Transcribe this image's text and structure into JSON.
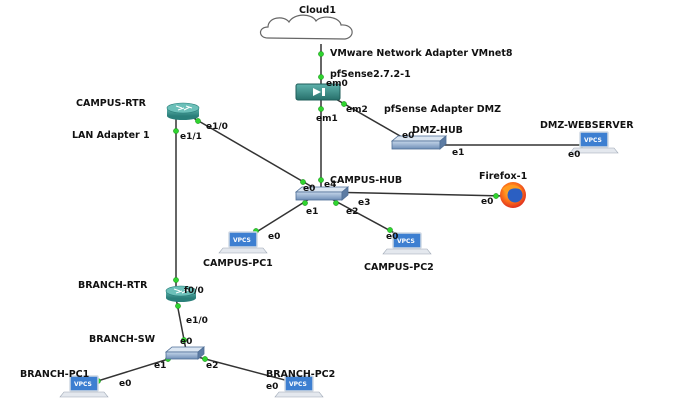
{
  "nodes": {
    "cloud1": "Cloud1",
    "pfsense": "pfSense2.7.2-1",
    "campus_rtr": "CAMPUS-RTR",
    "dmz_hub": "DMZ-HUB",
    "dmz_webserver": "DMZ-WEBSERVER",
    "campus_hub": "CAMPUS-HUB",
    "firefox": "Firefox-1",
    "campus_pc1": "CAMPUS-PC1",
    "campus_pc2": "CAMPUS-PC2",
    "branch_rtr": "BRANCH-RTR",
    "branch_sw": "BRANCH-SW",
    "branch_pc1": "BRANCH-PC1",
    "branch_pc2": "BRANCH-PC2"
  },
  "annotations": {
    "vmnet": "VMware Network Adapter VMnet8",
    "pfsense_dmz": "pfSense Adapter DMZ",
    "lan_adapter": "LAN Adapter 1"
  },
  "ports": {
    "pf_em0": "em0",
    "pf_em2": "em2",
    "pf_em1": "em1",
    "rtr_e1_0": "e1/0",
    "rtr_e1_1": "e1/1",
    "dmzhub_e0": "e0",
    "dmzhub_e1": "e1",
    "web_e0": "e0",
    "hub_e0": "e0",
    "hub_e4": "e4",
    "hub_e1": "e1",
    "hub_e2": "e2",
    "hub_e3": "e3",
    "ff_e0": "e0",
    "pc1_e0": "e0",
    "pc2_e0": "e0",
    "brtr_f0_0": "f0/0",
    "brtr_e1_0": "e1/0",
    "bsw_e0": "e0",
    "bsw_e1": "e1",
    "bsw_e2": "e2",
    "bpc1_e0": "e0",
    "bpc2_e0": "e0"
  },
  "icon_text": {
    "vpcs": "VPCS"
  },
  "colors": {
    "router": "#2f8f8a",
    "link_up_dot": "#2fd42f",
    "vpcs_screen": "#3d7fd1",
    "hub": "#8aa6c8"
  }
}
